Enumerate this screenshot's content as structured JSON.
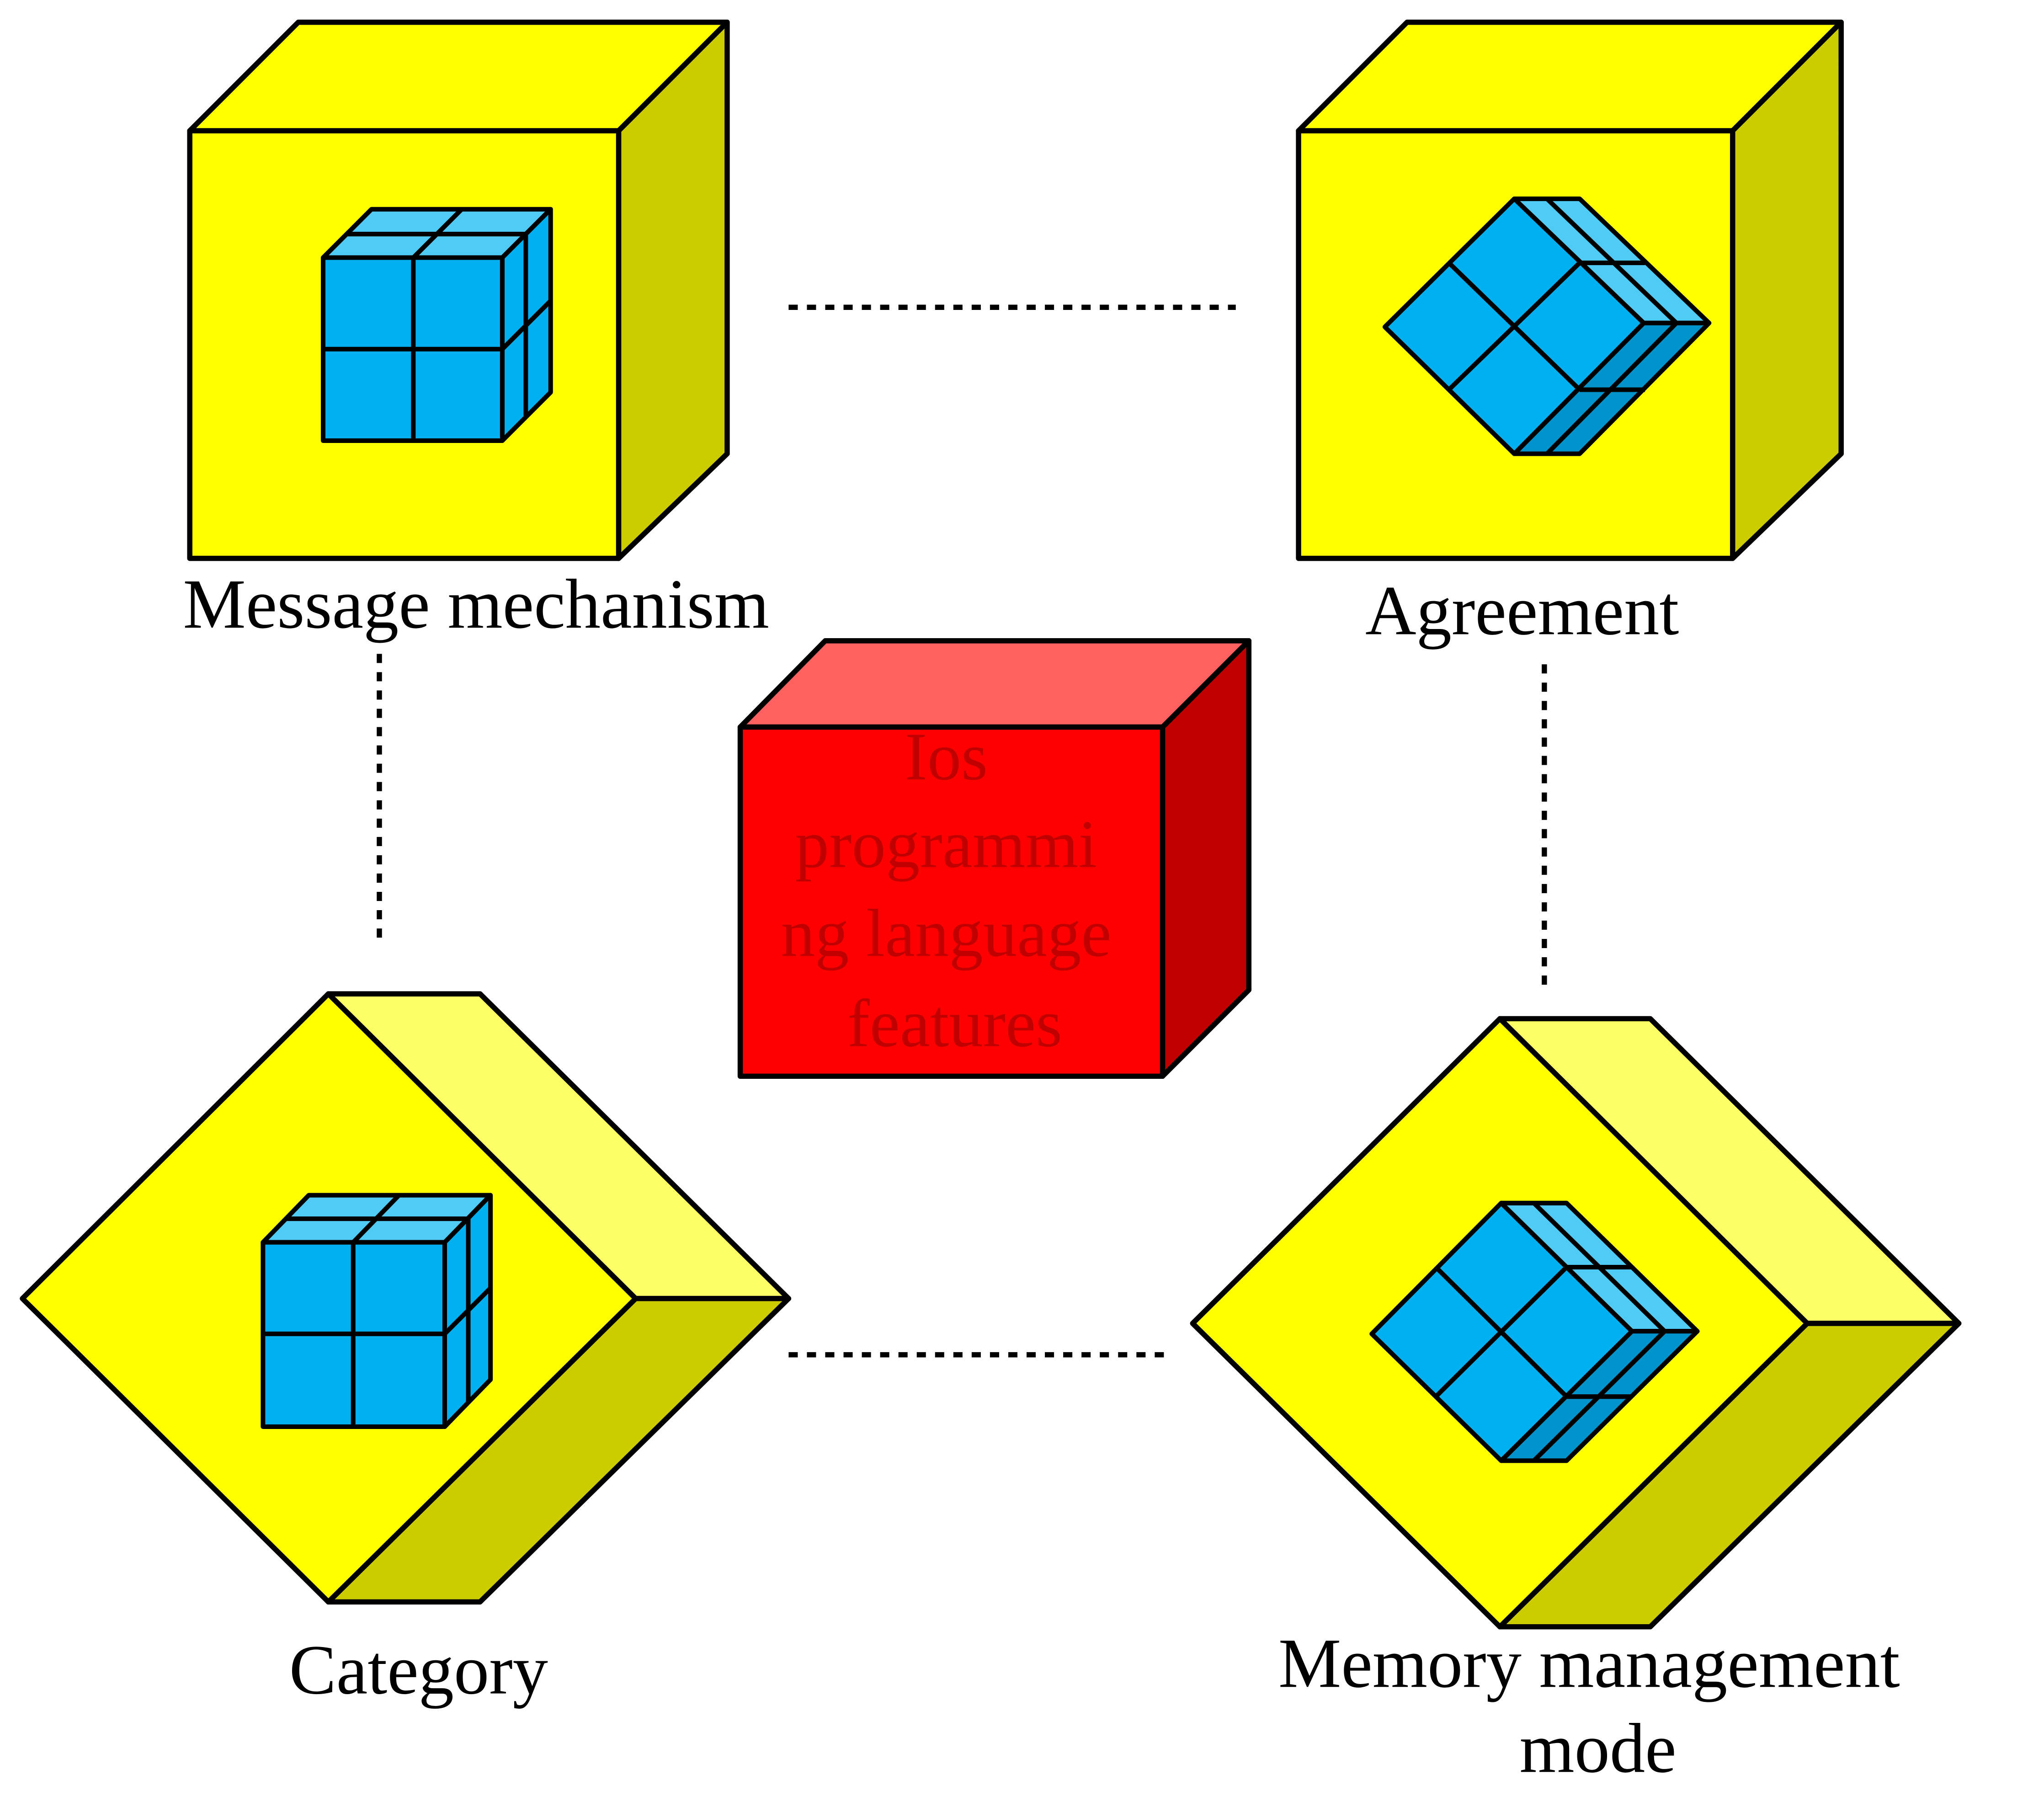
{
  "colors": {
    "yellow_front": "#FFFF00",
    "yellow_side": "#CCCC00",
    "yellow_light": "#FFFF66",
    "red_front": "#FF0000",
    "red_top": "#FF6161",
    "red_side": "#C00000",
    "blue_front": "#00B0F0",
    "blue_top": "#4FCBF5",
    "blue_side": "#0093CC",
    "stroke": "#000000",
    "center_text": "#C00000"
  },
  "center": {
    "lines": [
      "Ios",
      "programmi",
      "ng language",
      "features"
    ]
  },
  "nodes": {
    "message": {
      "label": "Message mechanism"
    },
    "agreement": {
      "label": "Agreement"
    },
    "category": {
      "label": "Category"
    },
    "memory": {
      "lines": [
        "Memory management",
        "mode"
      ]
    }
  }
}
